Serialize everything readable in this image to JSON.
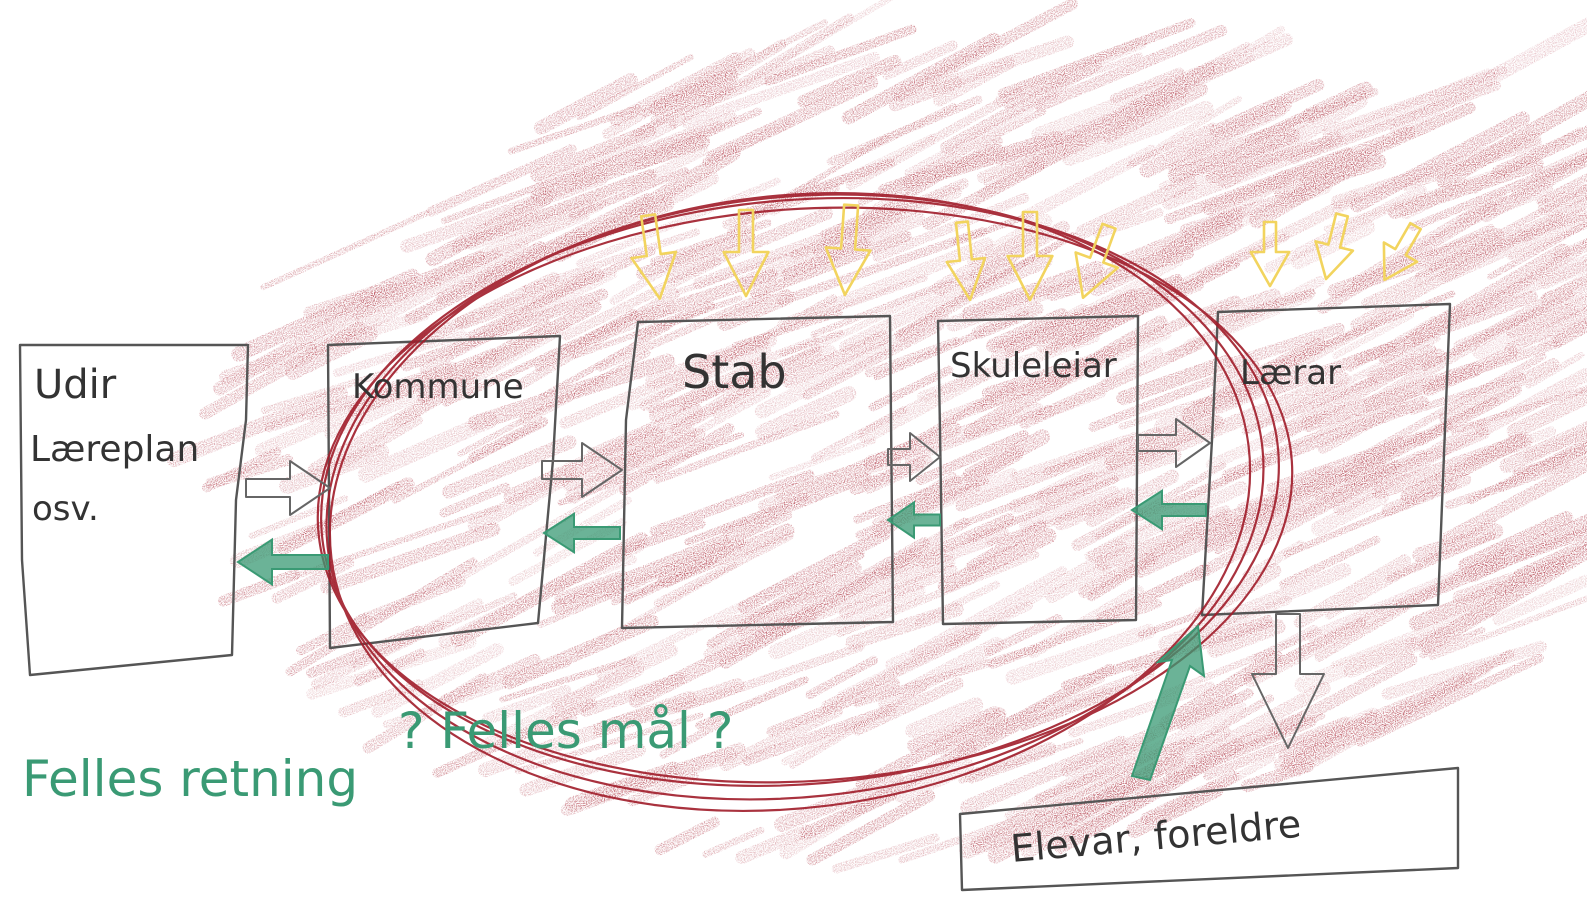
{
  "colors": {
    "scribble": "#a31b2a",
    "ellipse": "#a01c2a",
    "box_stroke": "#555555",
    "text": "#333333",
    "green": "#3a9a74",
    "yellow": "#f2d45e",
    "gray_arrow": "#666666"
  },
  "boxes": {
    "udir": {
      "lines": [
        "Udir",
        "Læreplan",
        "osv."
      ]
    },
    "kommune": {
      "label": "Kommune"
    },
    "stab": {
      "label": "Stab"
    },
    "skuleleiar": {
      "label": "Skuleleiar"
    },
    "laerar": {
      "label": "Lærar"
    },
    "elevar": {
      "label": "Elevar, foreldre"
    }
  },
  "annotations": {
    "felles_retning": "Felles retning",
    "felles_maal": "? Felles mål ?"
  },
  "icons": {
    "forward_arrows": "hollow-right-arrow-icon",
    "feedback_arrows": "green-left-arrow-icon",
    "pressure_arrows": "yellow-down-arrow-icon",
    "down_arrow": "hollow-down-arrow-icon"
  }
}
